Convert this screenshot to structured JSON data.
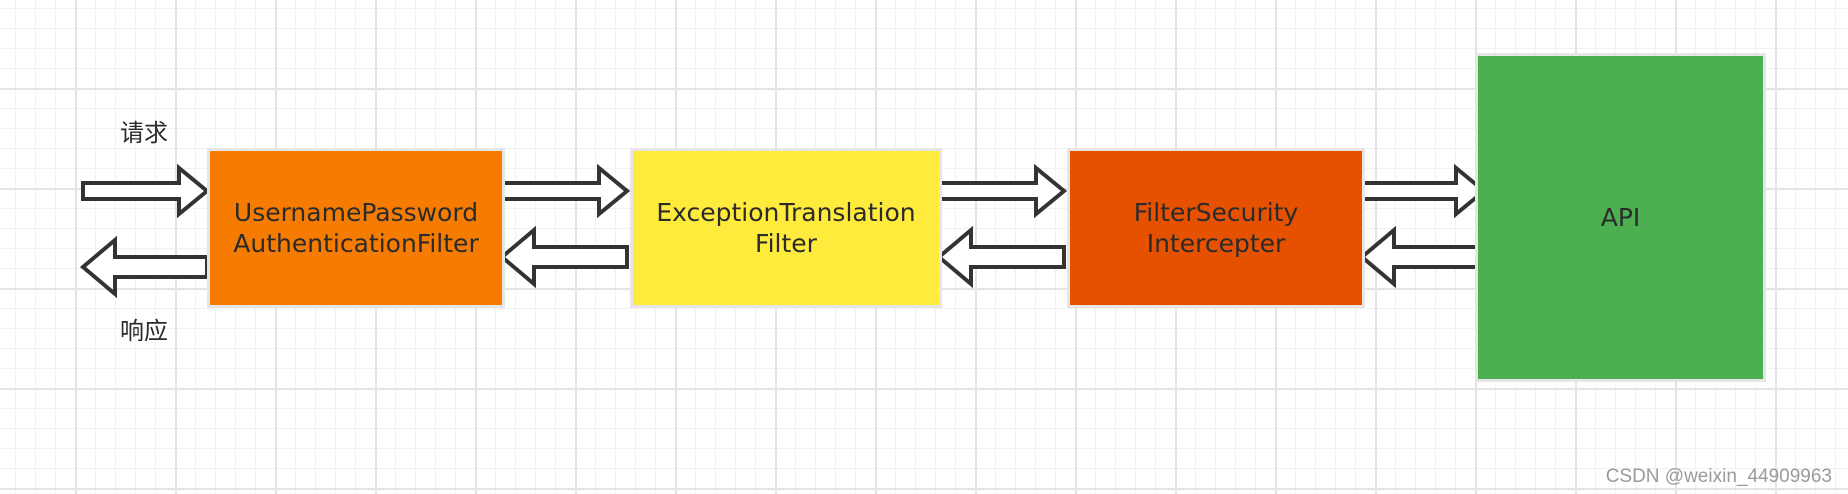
{
  "labels": {
    "request": "请求",
    "response": "响应"
  },
  "boxes": [
    {
      "id": "box-auth",
      "lines": [
        "UsernamePassword",
        "AuthenticationFilter"
      ],
      "color": "#f57c00"
    },
    {
      "id": "box-exception",
      "lines": [
        "ExceptionTranslation",
        "Filter"
      ],
      "color": "#ffeb3b"
    },
    {
      "id": "box-filter",
      "lines": [
        "FilterSecurity",
        "Intercepter"
      ],
      "color": "#e65100"
    },
    {
      "id": "box-api",
      "lines": [
        "API"
      ],
      "color": "#4caf50"
    }
  ],
  "arrows": {
    "direction_top_row": "right",
    "direction_bottom_row": "left",
    "fill": "#ffffff",
    "stroke": "#333333"
  },
  "watermark": "CSDN @weixin_44909963"
}
